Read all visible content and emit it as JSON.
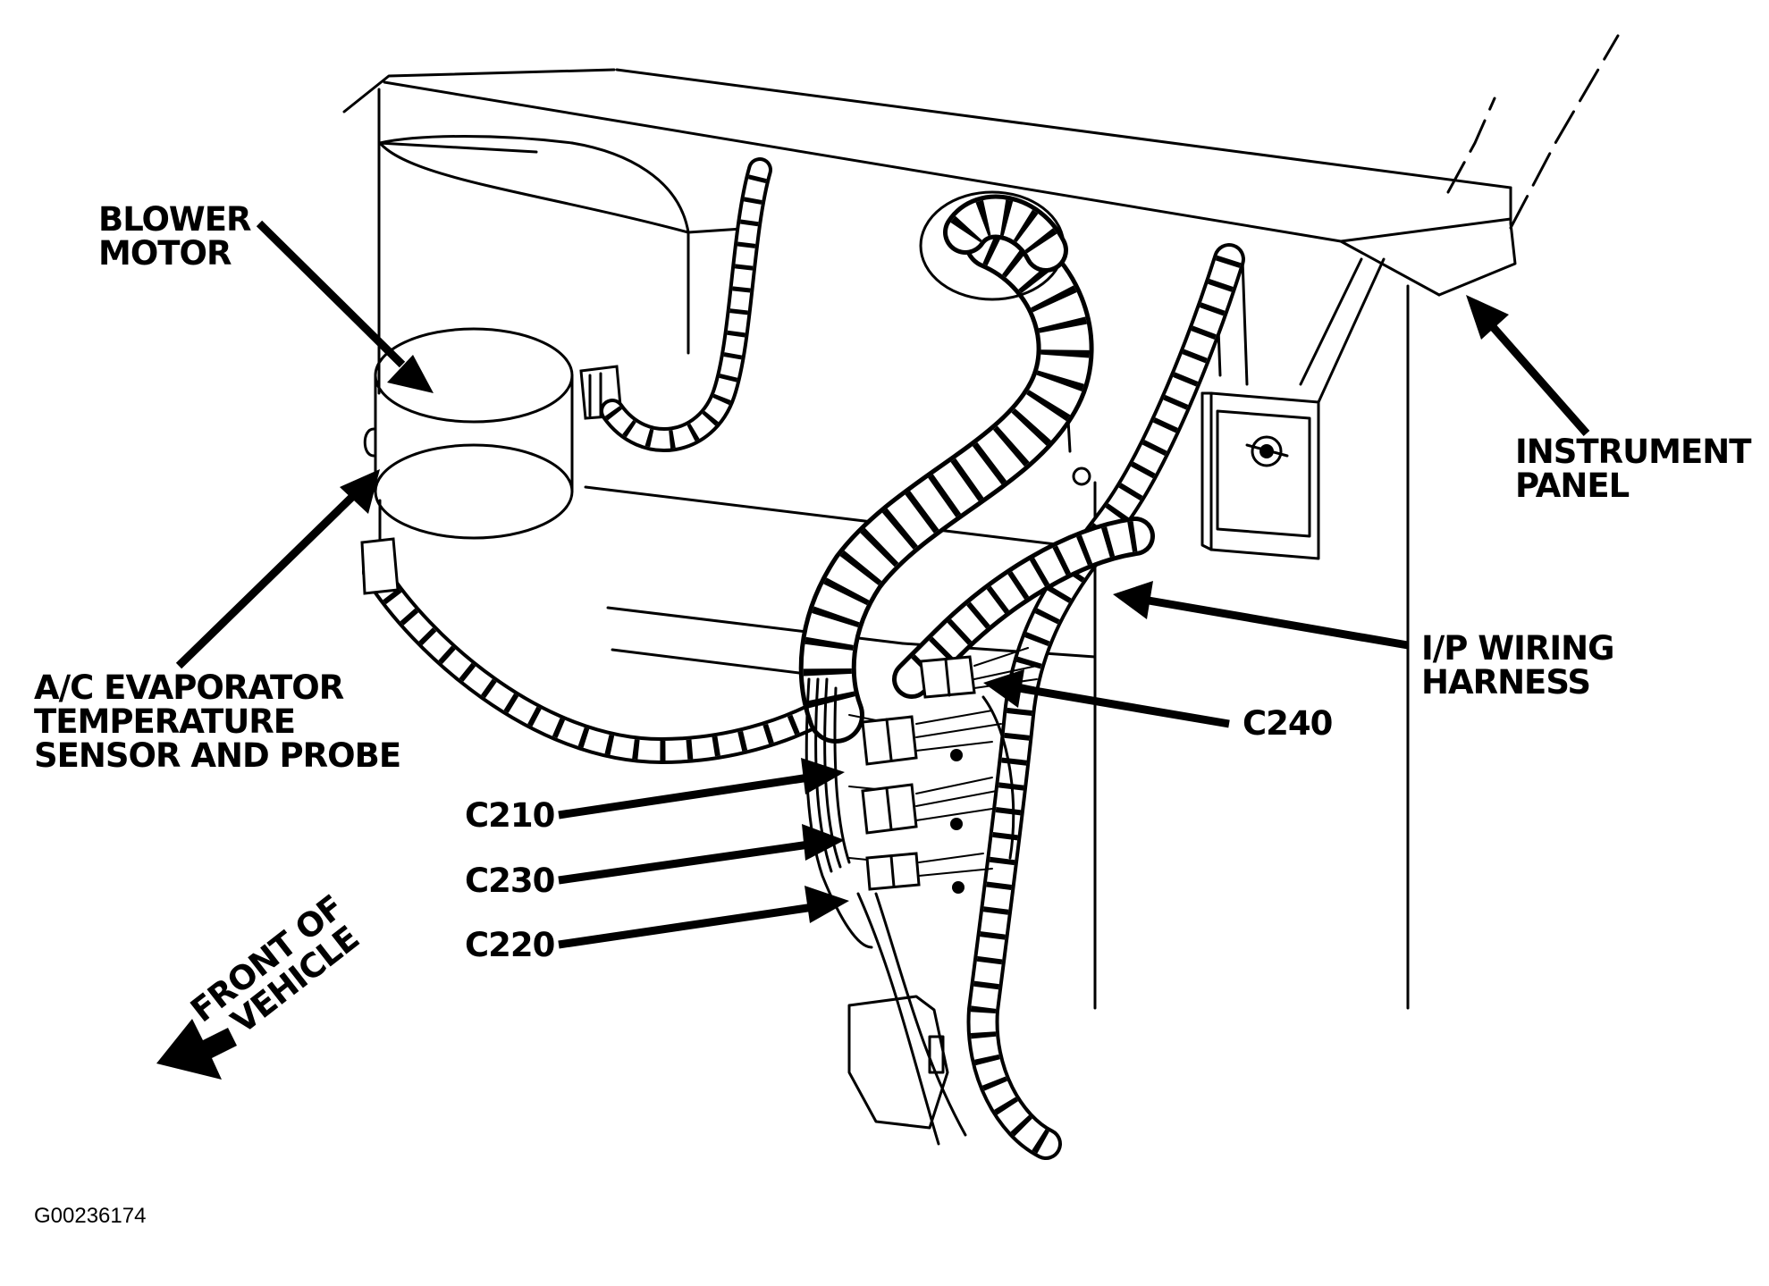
{
  "labels": {
    "blower_motor": [
      "BLOWER",
      "MOTOR"
    ],
    "instrument_panel": [
      "INSTRUMENT",
      "PANEL"
    ],
    "ac_sensor": [
      "A/C EVAPORATOR",
      "TEMPERATURE",
      "SENSOR AND PROBE"
    ],
    "ip_wiring": [
      "I/P WIRING",
      "HARNESS"
    ],
    "c240": "C240",
    "c210": "C210",
    "c230": "C230",
    "c220": "C220",
    "front_of_vehicle": [
      "FRONT OF",
      "VEHICLE"
    ]
  },
  "figure_id": "G00236174",
  "colors": {
    "ink": "#000000",
    "paper": "#ffffff"
  }
}
